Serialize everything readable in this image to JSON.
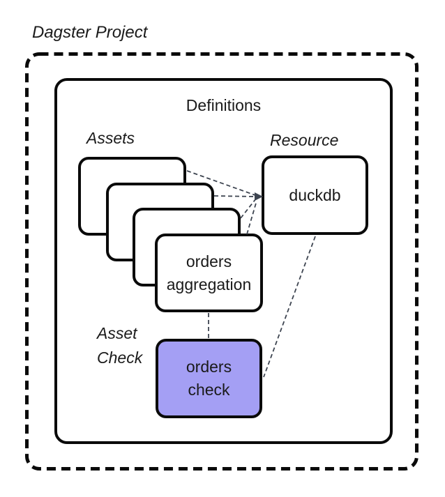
{
  "labels": {
    "project": "Dagster Project",
    "definitions": "Definitions",
    "assets": "Assets",
    "resource": "Resource",
    "asset_check": "Asset\nCheck"
  },
  "nodes": {
    "orders_aggregation": "orders\naggregation",
    "duckdb": "duckdb",
    "orders_check": "orders\ncheck"
  },
  "colors": {
    "asset_check_fill": "#a49ff4",
    "connector": "#3d4450",
    "border": "#0a0a0a",
    "background": "#ffffff"
  }
}
